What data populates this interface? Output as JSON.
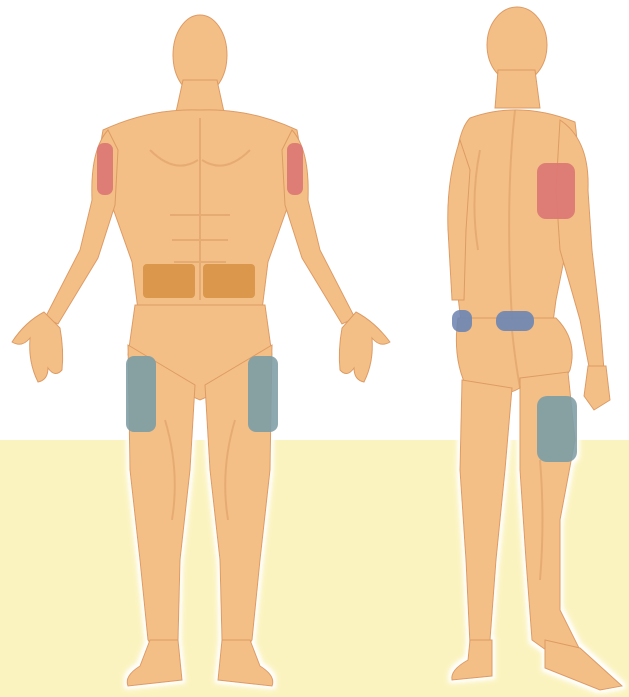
{
  "figure": {
    "views": [
      "front",
      "back"
    ],
    "colors": {
      "background_top": "#ffffff",
      "background_bottom": "#fbf3bf",
      "skin": "#f3bf86",
      "skin_light": "#f8d6a6",
      "skin_shadow": "#dd9b62",
      "outline_glow": "#ffffff",
      "zone_arm": "#dc7774",
      "zone_abdomen": "#d99447",
      "zone_thigh": "#7e9ea6",
      "zone_buttock": "#6f87b3"
    },
    "zones": [
      {
        "view": "front",
        "region": "upper-arm-right",
        "color": "zone_arm"
      },
      {
        "view": "front",
        "region": "upper-arm-left",
        "color": "zone_arm"
      },
      {
        "view": "front",
        "region": "abdomen-right",
        "color": "zone_abdomen"
      },
      {
        "view": "front",
        "region": "abdomen-left",
        "color": "zone_abdomen"
      },
      {
        "view": "front",
        "region": "thigh-right",
        "color": "zone_thigh"
      },
      {
        "view": "front",
        "region": "thigh-left",
        "color": "zone_thigh"
      },
      {
        "view": "back",
        "region": "upper-arm-back",
        "color": "zone_arm"
      },
      {
        "view": "back",
        "region": "buttock-left",
        "color": "zone_buttock"
      },
      {
        "view": "back",
        "region": "buttock-right",
        "color": "zone_buttock"
      },
      {
        "view": "back",
        "region": "thigh-back",
        "color": "zone_thigh"
      }
    ]
  }
}
